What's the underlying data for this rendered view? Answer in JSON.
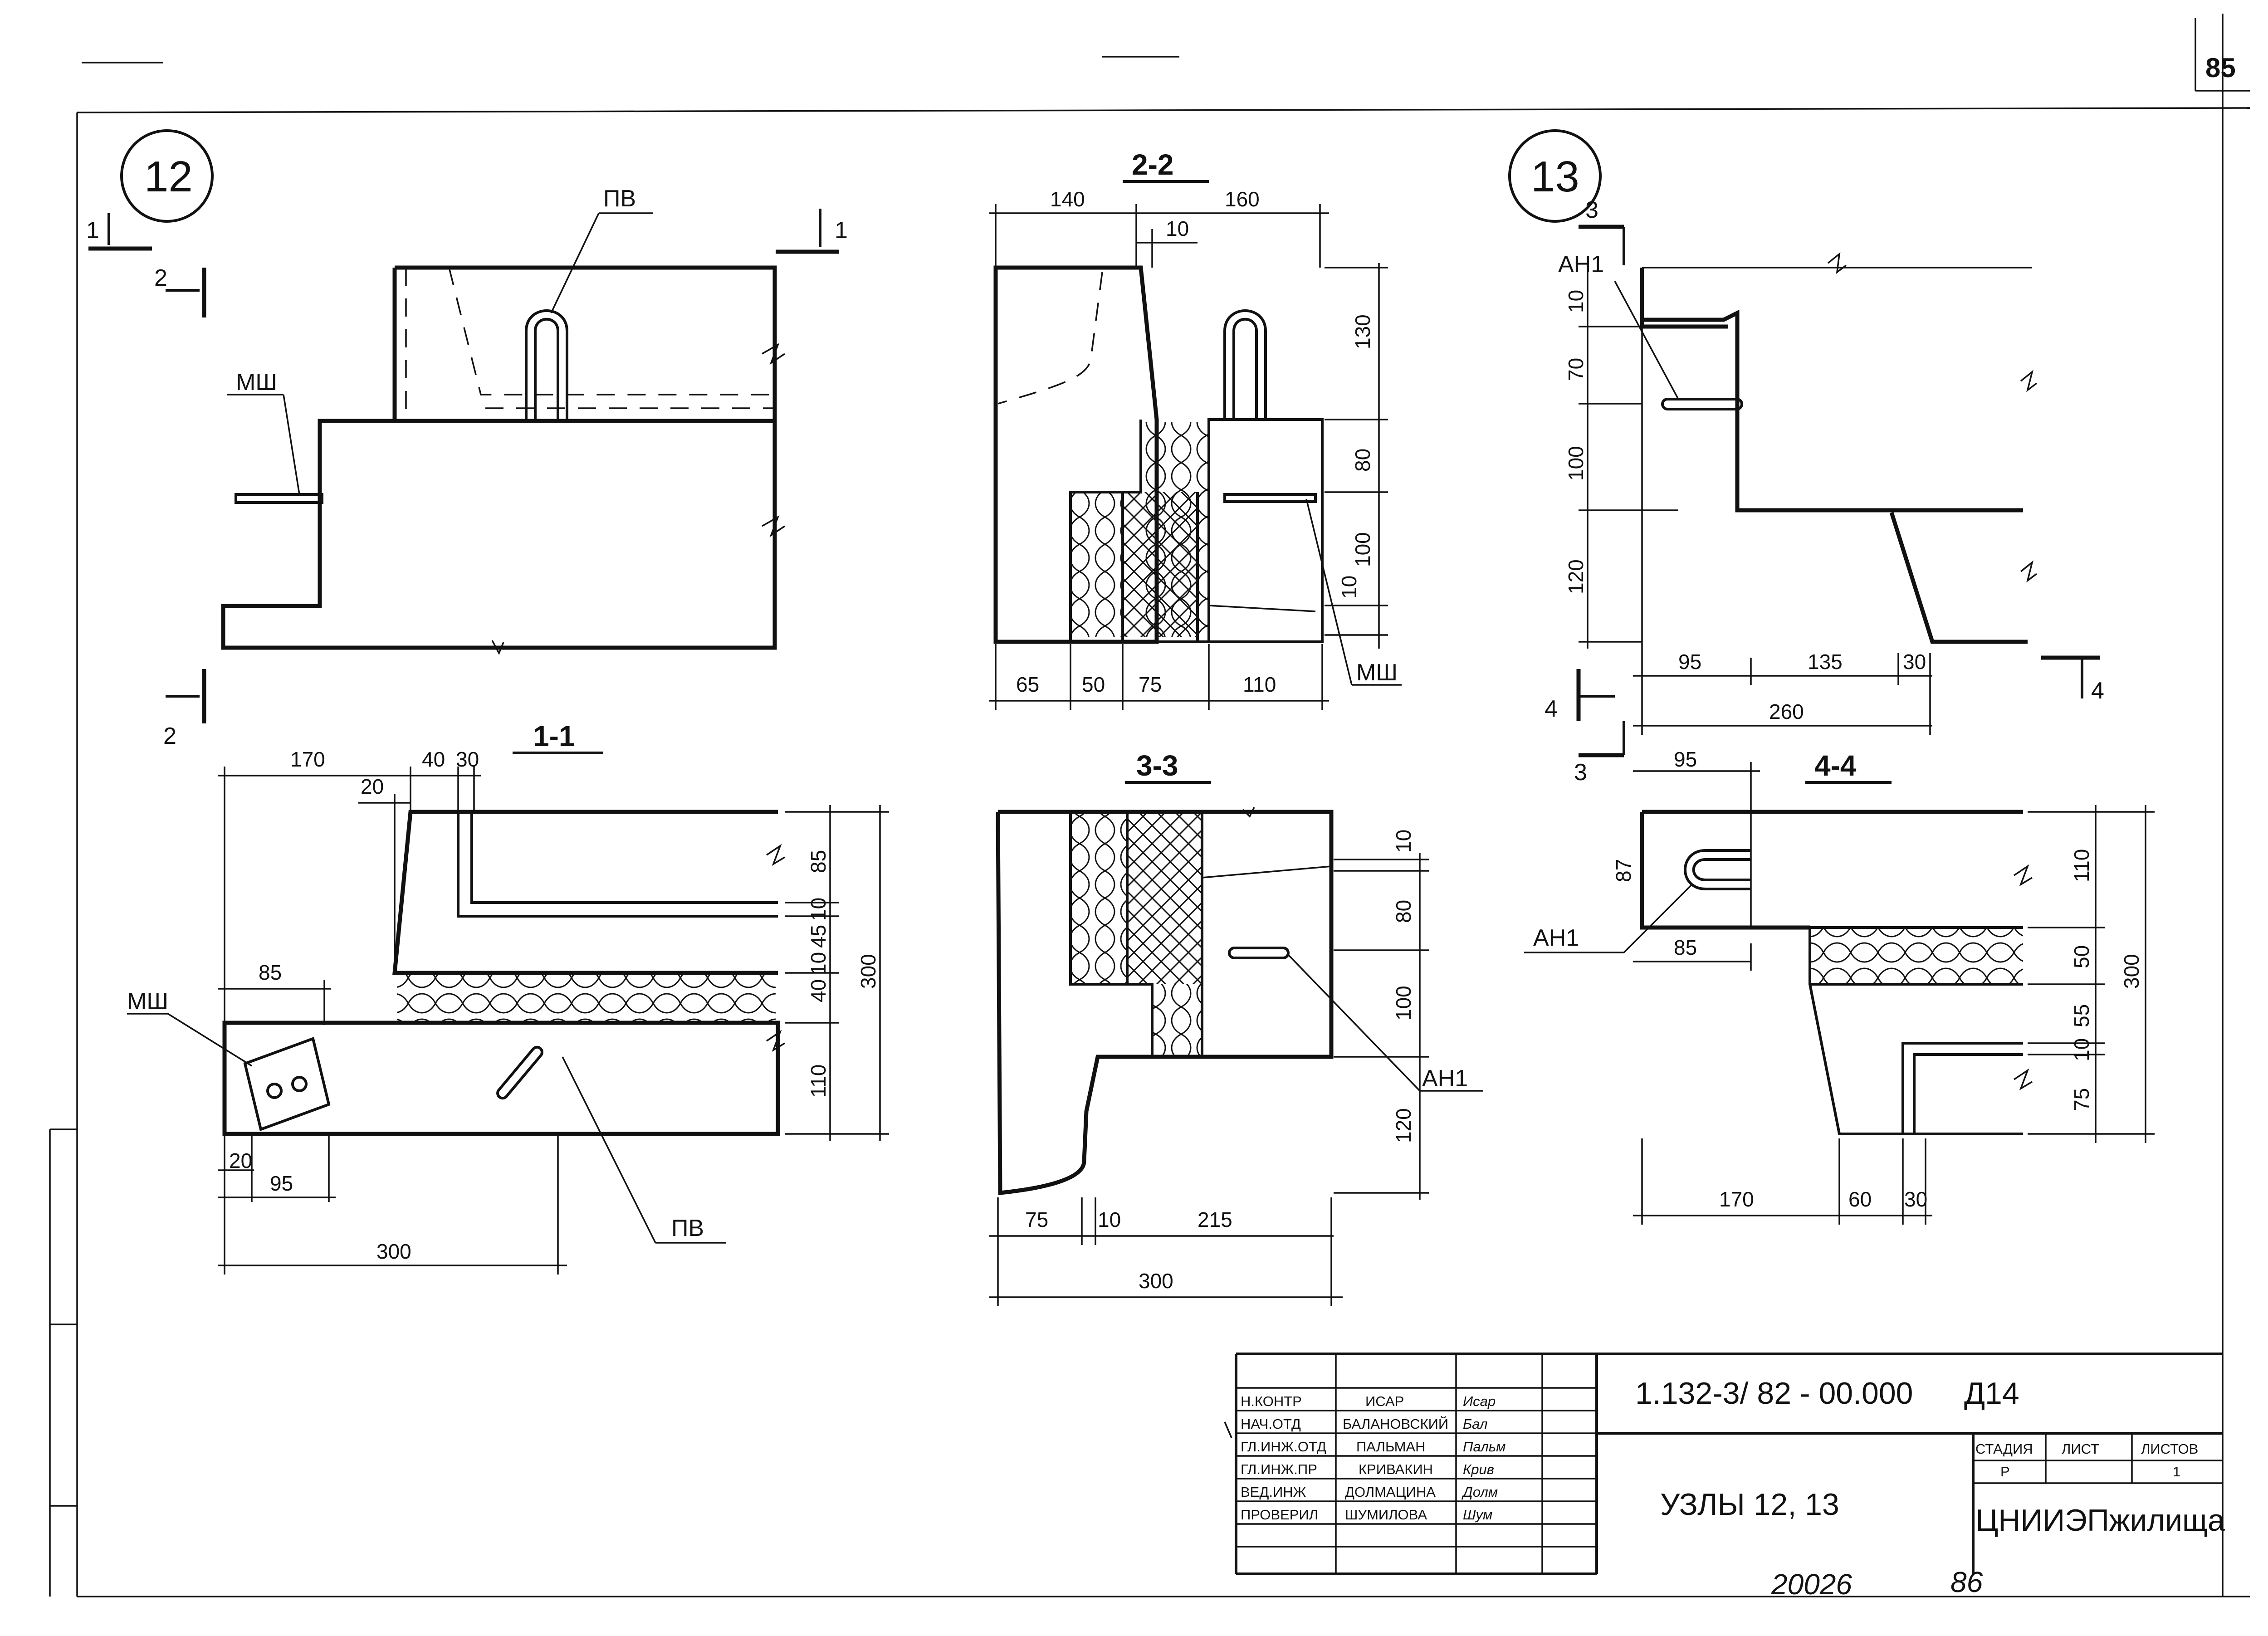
{
  "page_number": "85",
  "nodes": {
    "n12": {
      "number": "12"
    },
    "n13": {
      "number": "13"
    }
  },
  "sections": {
    "s1": "1-1",
    "s2": "2-2",
    "s3": "3-3",
    "s4": "4-4"
  },
  "cut_marks": {
    "c1": "1",
    "c2": "2",
    "c3": "3",
    "c4": "4"
  },
  "labels": {
    "pv": "ПВ",
    "msh": "МШ",
    "an1": "АН1"
  },
  "dims": {
    "s22_top": [
      "140",
      "160",
      "10"
    ],
    "s22_right": [
      "130",
      "80",
      "100",
      "10"
    ],
    "s22_bottom": [
      "65",
      "50",
      "75",
      "110"
    ],
    "s11_top": [
      "170",
      "20",
      "40",
      "30"
    ],
    "s11_right": [
      "85",
      "45",
      "10",
      "40",
      "10",
      "110",
      "300"
    ],
    "s11_other": [
      "85",
      "20",
      "95",
      "300"
    ],
    "s33_right": [
      "10",
      "80",
      "100",
      "120"
    ],
    "s33_bottom": [
      "75",
      "10",
      "215",
      "300"
    ],
    "n13_left": [
      "10",
      "70",
      "100",
      "120"
    ],
    "n13_bottom": [
      "95",
      "135",
      "30",
      "260"
    ],
    "s44": [
      "95",
      "87",
      "85",
      "110",
      "50",
      "55",
      "10",
      "75",
      "300",
      "170",
      "60",
      "30"
    ]
  },
  "title_block": {
    "roles": [
      "Н.КОНТР",
      "НАЧ.ОТД",
      "ГЛ.ИНЖ.ОТД",
      "ГЛ.ИНЖ.ПР",
      "ВЕД.ИНЖ",
      "ПРОВЕРИЛ"
    ],
    "names": [
      "ИСАР",
      "БАЛАНОВСКИЙ",
      "ПАЛЬМАН",
      "КРИВАКИН",
      "ДОЛМАЦИНА",
      "ШУМИЛОВА"
    ],
    "signatures": [
      "Исар",
      "Бал",
      "Пальм",
      "Крив",
      "Долм",
      "Шум"
    ],
    "doc_code": "1.132-3/ 82 - 00.000",
    "sheet_id": "Д14",
    "title": "УЗЛЫ 12, 13",
    "stage_header": "СТАДИЯ",
    "sheet_header": "ЛИСТ",
    "sheets_header": "ЛИСТОВ",
    "stage": "Р",
    "sheet": "",
    "sheets": "1",
    "org": "ЦНИИЭПжилища"
  },
  "footer": {
    "inv": "20026",
    "num": "86"
  }
}
